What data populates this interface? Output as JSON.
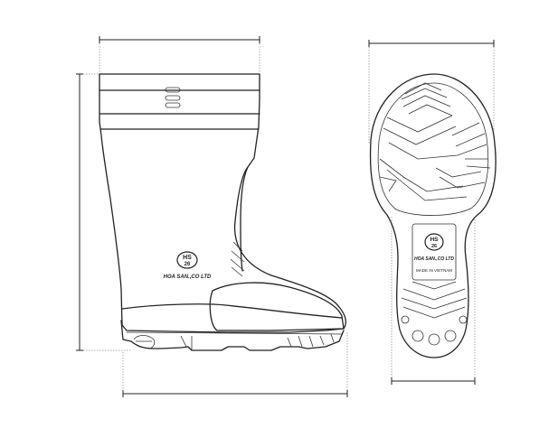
{
  "side_view": {
    "logo_line1": "HS",
    "logo_line2": "26",
    "brand": "HOA SAN.,CO LTD"
  },
  "sole_view": {
    "logo_line1": "HS",
    "logo_line2": "26",
    "brand": "HOA SAN.,CO LTD",
    "origin": "MADE IN VIETNAM"
  }
}
